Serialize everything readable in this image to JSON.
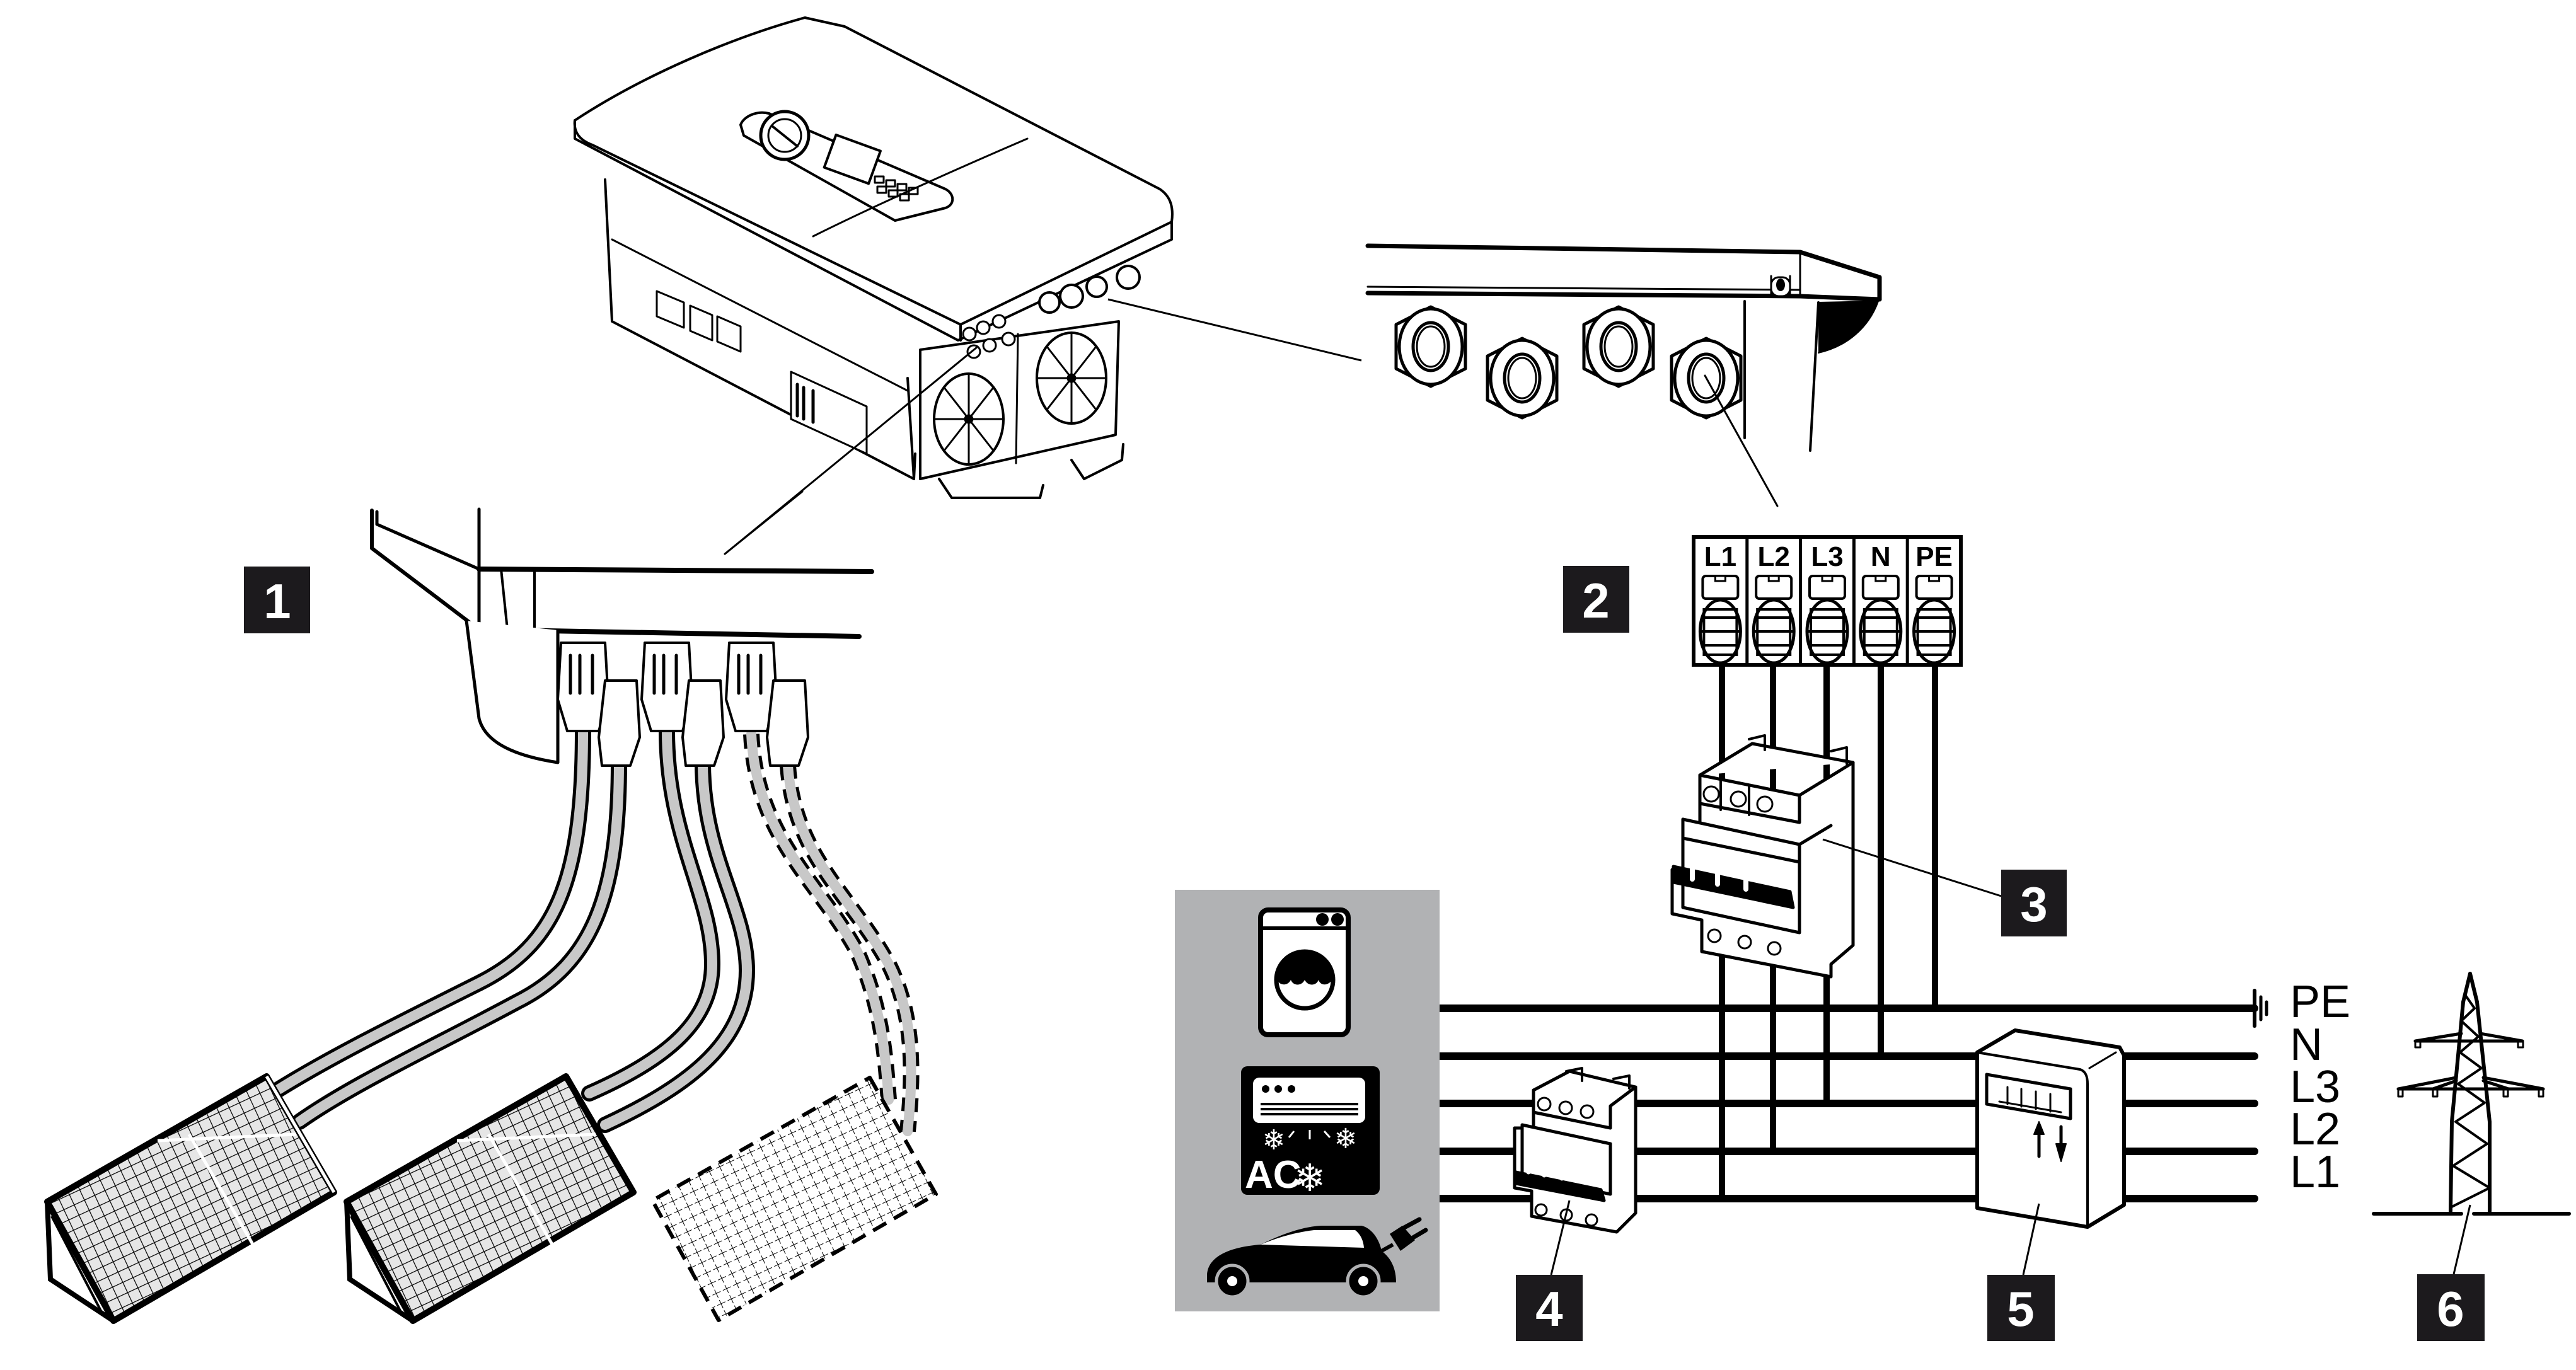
{
  "figure": {
    "title": "PV inverter connection overview",
    "colors": {
      "badge_bg": "#1c1a1d",
      "badge_fg": "#ffffff",
      "consumer_panel_bg": "#b1b2b4",
      "cable_fill": "#c8c8c8",
      "line": "#000000"
    }
  },
  "badges": [
    {
      "id": "1",
      "label": "1",
      "refers_to": "dc-connectors"
    },
    {
      "id": "2",
      "label": "2",
      "refers_to": "ac-terminal-block"
    },
    {
      "id": "3",
      "label": "3",
      "refers_to": "line-circuit-breaker"
    },
    {
      "id": "4",
      "label": "4",
      "refers_to": "consumer-circuit-breaker"
    },
    {
      "id": "5",
      "label": "5",
      "refers_to": "energy-meter"
    },
    {
      "id": "6",
      "label": "6",
      "refers_to": "public-grid"
    }
  ],
  "terminal_block": {
    "labels": [
      "L1",
      "L2",
      "L3",
      "N",
      "PE"
    ]
  },
  "grid_lines": {
    "labels": [
      "PE",
      "N",
      "L3",
      "L2",
      "L1"
    ]
  },
  "consumers": {
    "items": [
      {
        "icon": "washing-machine-icon"
      },
      {
        "icon": "air-conditioner-icon",
        "label": "AC"
      },
      {
        "icon": "electric-car-icon"
      }
    ]
  },
  "meter": {
    "arrows": [
      "↑",
      "↓"
    ]
  },
  "pv_generators": {
    "count": 3,
    "optional_count": 1
  }
}
